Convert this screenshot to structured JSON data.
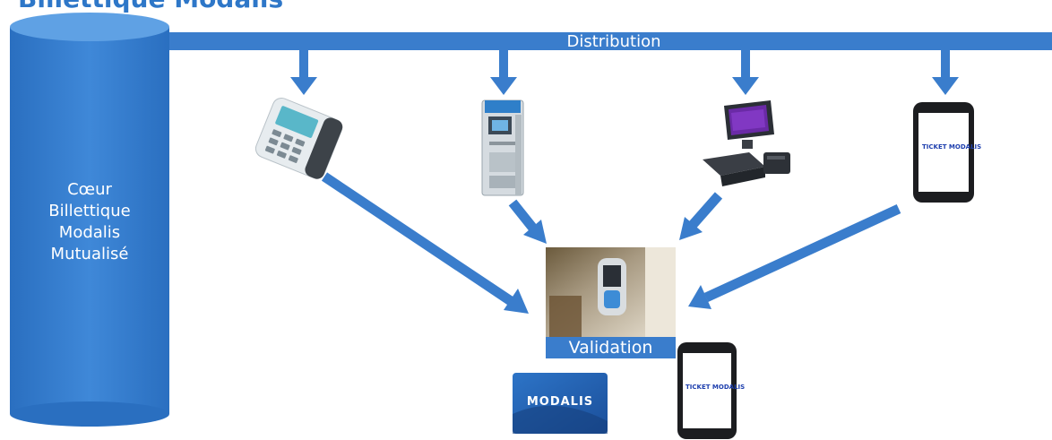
{
  "title": "Billettique Modalis",
  "core": {
    "lines": [
      "Cœur",
      "Billettique",
      "Modalis",
      "Mutualisé"
    ]
  },
  "distribution_label": "Distribution",
  "validation_label": "Validation",
  "card_text": "MODALIS",
  "phone_screen_text": "TICKET MODALIS",
  "colors": {
    "primary": "#2e77c8",
    "arrow": "#3a7dcc",
    "text_on_blue": "#ffffff"
  },
  "channels": [
    {
      "icon": "payment-terminal-icon"
    },
    {
      "icon": "ticket-vending-machine-icon"
    },
    {
      "icon": "pos-station-icon"
    },
    {
      "icon": "smartphone-icon"
    }
  ]
}
